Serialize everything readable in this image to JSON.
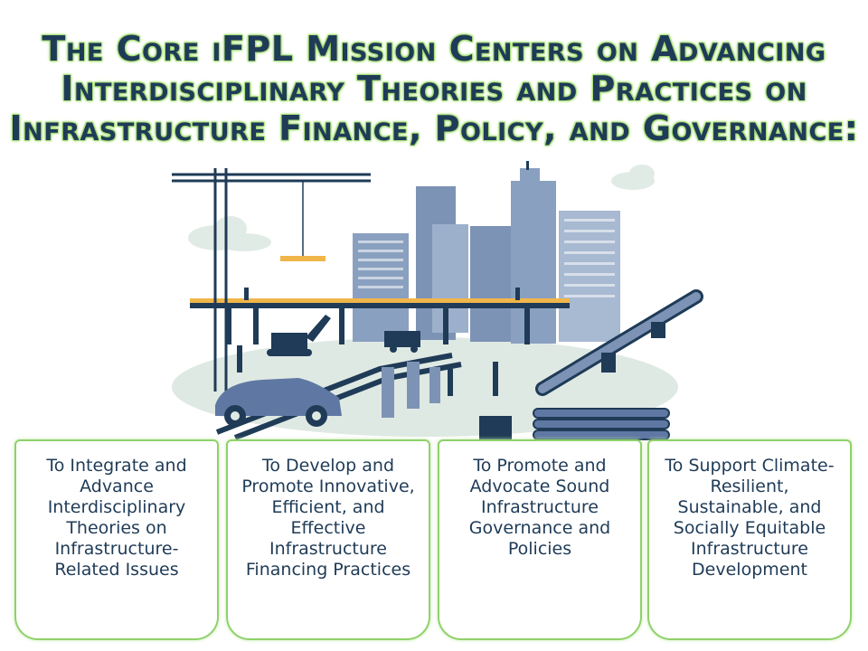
{
  "title": {
    "line1": "The Core iFPL Mission Centers on Advancing",
    "line2": "Interdisciplinary Theories and Practices on",
    "line3": "Infrastructure Finance, Policy, and Governance:"
  },
  "cards": [
    {
      "text": "To Integrate and Advance Interdisciplinary Theories on Infrastructure-Related Issues"
    },
    {
      "text": "To Develop and Promote Innovative, Efficient, and Effective Infrastructure Financing Practices"
    },
    {
      "text": "To Promote and Advocate Sound Infrastructure Governance and Policies"
    },
    {
      "text": "To Support Climate-Resilient, Sustainable, and Socially Equitable Infrastructure Development"
    }
  ],
  "colors": {
    "title_text": "#1f3b57",
    "title_glow": "#9bd76b",
    "card_border": "#8fd16a",
    "building_blue": "#7d93b5",
    "dark_navy": "#1f3b57",
    "ground_green": "#dfe9e3"
  }
}
